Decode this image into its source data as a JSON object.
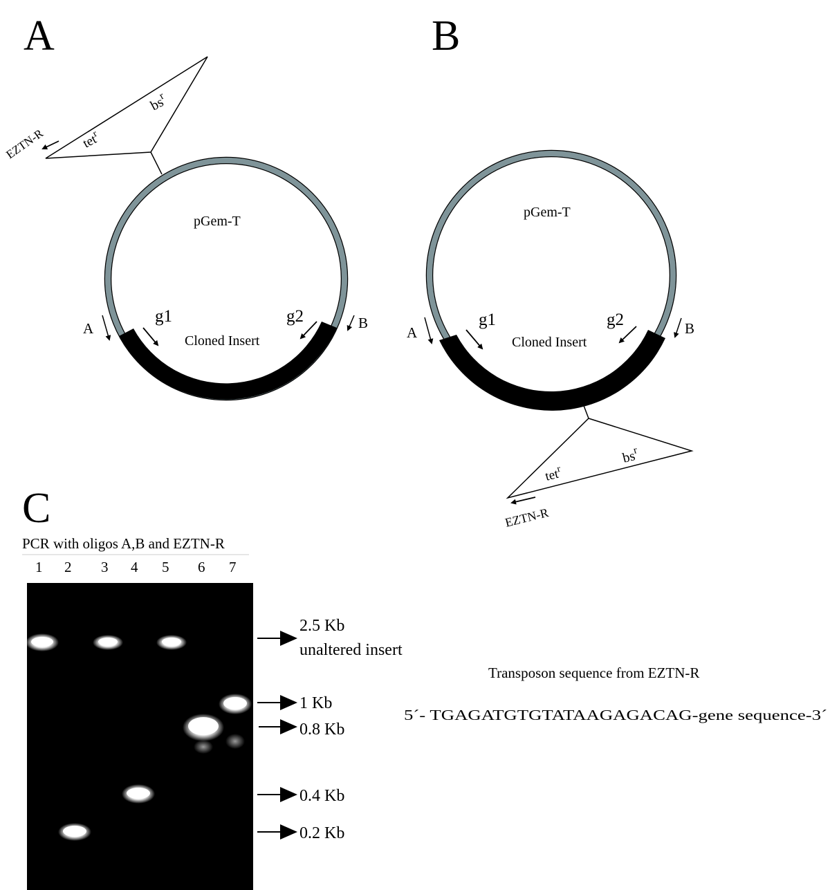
{
  "panels": {
    "a_label": "A",
    "b_label": "B",
    "c_label": "C"
  },
  "plasmid": {
    "vector_name": "pGem-T",
    "insert_label": "Cloned Insert",
    "primer_a": "A",
    "primer_b": "B",
    "primer_g1": "g1",
    "primer_g2": "g2",
    "colors": {
      "vector": "#7f9499",
      "insert": "#000000"
    }
  },
  "transposon": {
    "tet_base": "tet",
    "tet_sup": "r",
    "bs_base": "bs",
    "bs_sup": "r",
    "primer_label": "EZTN-R"
  },
  "gel": {
    "title": "PCR with oligos A,B and EZTN-R",
    "lanes": [
      "1",
      "2",
      "3",
      "4",
      "5",
      "6",
      "7"
    ],
    "markers": {
      "m25_line1": "2.5 Kb",
      "m25_line2": "unaltered insert",
      "m1": "1 Kb",
      "m08": "0.8 Kb",
      "m04": "0.4 Kb",
      "m02": "0.2 Kb"
    }
  },
  "sequence": {
    "heading": "Transposon sequence from EZTN-R",
    "text": "5´- TGAGATGTGTATAAGAGACAG-gene sequence-3´"
  }
}
